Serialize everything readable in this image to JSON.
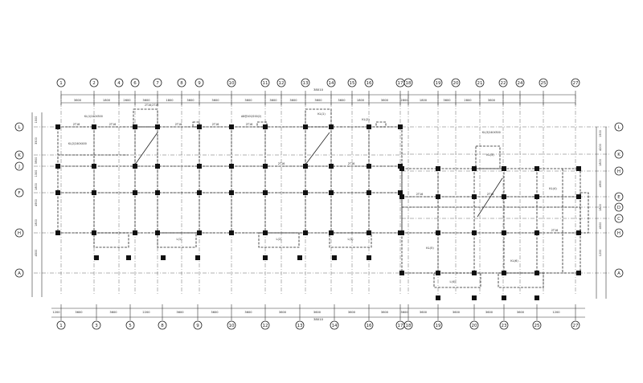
{
  "drawing": {
    "axes_top": [
      "1",
      "2",
      "4",
      "6",
      "7",
      "8",
      "9",
      "10",
      "11",
      "12",
      "13",
      "14",
      "15",
      "16",
      "17",
      "18",
      "19",
      "20",
      "21",
      "22",
      "24",
      "25",
      "27"
    ],
    "axes_bottom": [
      "1",
      "3",
      "5",
      "8",
      "9",
      "10",
      "12",
      "13",
      "14",
      "16",
      "17",
      "18",
      "19",
      "20",
      "23",
      "25",
      "27"
    ],
    "rows_left": [
      "L",
      "K",
      "J",
      "F",
      "H",
      "A"
    ],
    "rows_right": [
      "L",
      "K",
      "H",
      "E",
      "D",
      "C",
      "H",
      "A"
    ],
    "dims_top": [
      "3600",
      "1800",
      "2600",
      "3600",
      "1800",
      "3600",
      "3600",
      "3600",
      "3600",
      "3600",
      "3600",
      "3600",
      "1800",
      "3600",
      "2800",
      "1800",
      "3600",
      "2800",
      "3600"
    ],
    "dims_top_total": "38010",
    "dims_bottom": [
      "1200",
      "3600",
      "3600",
      "2200",
      "3600",
      "3600",
      "3600",
      "3600",
      "3600",
      "3600",
      "3600",
      "3600",
      "3600",
      "3600",
      "3600",
      "3600",
      "1200"
    ],
    "dims_bottom_total": "38010",
    "dims_left": [
      "1500",
      "3500",
      "3900",
      "1300",
      "1800",
      "4900",
      "1800",
      "4500"
    ],
    "dims_right": [
      "1500",
      "4200",
      "1800",
      "4900",
      "1800",
      "4500",
      "1200"
    ],
    "beam_labels": [
      "2T16",
      "2T16",
      "2T16",
      "2T16",
      "2T16",
      "2T16",
      "2T16",
      "2T16",
      "2T16",
      "2T16"
    ],
    "tags": [
      "KL(1)",
      "KL(2)",
      "KL(3)",
      "KL(4)",
      "L(1)",
      "L(2)",
      "L(3)",
      "KL(5)",
      "KL(6)",
      "L(4)"
    ],
    "notes": [
      "KL(1)240X500",
      "2T16;2T16",
      "A8@100/200(2)",
      "KL(2)240X400",
      "KL(3)240X500"
    ]
  }
}
